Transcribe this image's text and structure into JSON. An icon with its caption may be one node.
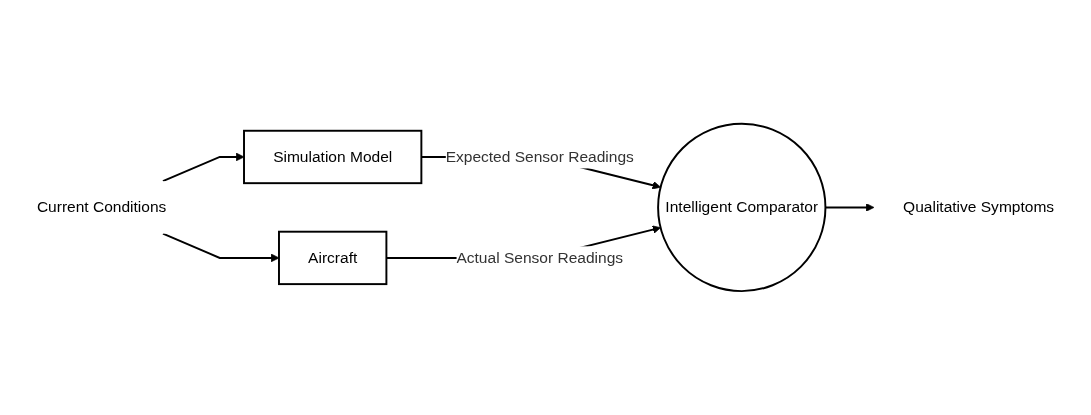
{
  "diagram": {
    "nodes": [
      {
        "text": [
          "Current Conditions"
        ]
      },
      {
        "text": [
          "Simulation Model"
        ]
      },
      {
        "text": [
          "Aircraft"
        ]
      },
      {
        "text": [
          "Intelligent Comparator"
        ]
      },
      {
        "text": [
          "Qualitative Symptoms"
        ]
      }
    ],
    "edges": [
      {
        "from": 0,
        "to": 1,
        "arrow": "to"
      },
      {
        "from": 0,
        "to": 2,
        "arrow": "to"
      },
      {
        "from": 1,
        "to": 3,
        "label": "Expected Sensor Readings",
        "arrow": "to"
      },
      {
        "from": 2,
        "to": 3,
        "label": "Actual Sensor Readings",
        "arrow": "to"
      },
      {
        "from": 3,
        "to": 4,
        "arrow": "to"
      }
    ]
  }
}
